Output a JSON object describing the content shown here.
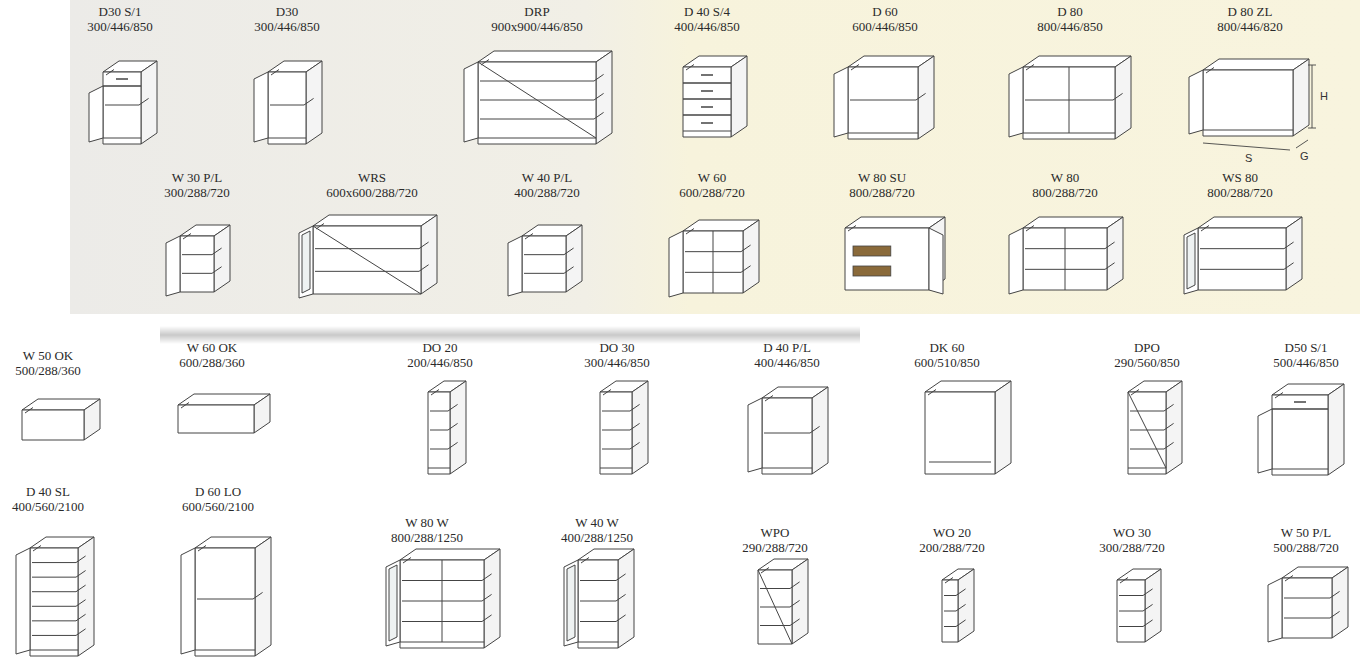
{
  "diagram": {
    "labels": [
      "D30 S/1",
      "300/446/850",
      "D30",
      "300/446/850",
      "DRP",
      "900x900/446/850",
      "D 40 S/4",
      "400/446/850",
      "D 60",
      "600/446/850",
      "D 80",
      "800/446/850",
      "D 80 ZL",
      "800/446/820",
      "W 30 P/L",
      "300/288/720",
      "WRS",
      "600x600/288/720",
      "W 40 P/L",
      "400/288/720",
      "W 60",
      "600/288/720",
      "W 80 SU",
      "800/288/720",
      "W 80",
      "800/288/720",
      "WS 80",
      "800/288/720",
      "W 50 OK",
      "500/288/360",
      "W 60 OK",
      "600/288/360",
      "DO 20",
      "200/446/850",
      "DO 30",
      "300/446/850",
      "D 40 P/L",
      "400/446/850",
      "DK 60",
      "600/510/850",
      "DPO",
      "290/560/850",
      "D50 S/1",
      "500/446/850",
      "D 40 SL",
      "400/560/2100",
      "D 60 LO",
      "600/560/2100",
      "W 80 W",
      "800/288/1250",
      "W 40 W",
      "400/288/1250",
      "WPO",
      "290/288/720",
      "WO 20",
      "200/288/720",
      "WO 30",
      "300/288/720",
      "W 50 P/L",
      "500/288/720",
      "H",
      "S",
      "G"
    ]
  }
}
